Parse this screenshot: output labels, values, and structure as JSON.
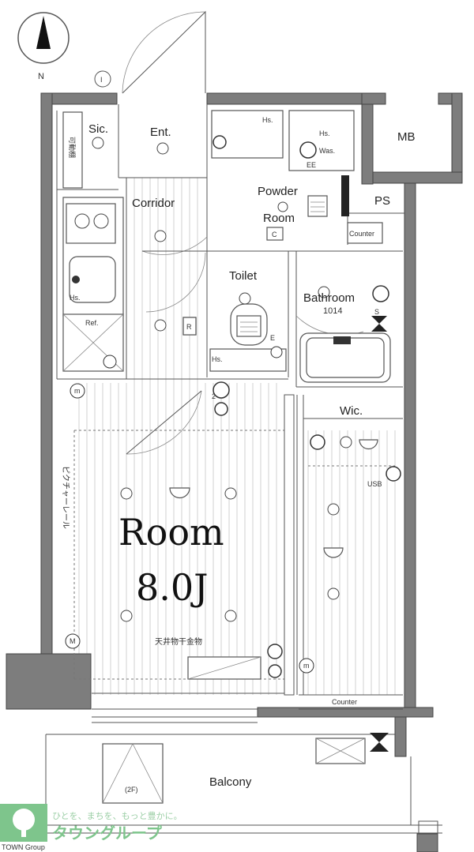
{
  "compass": {
    "north_label": "N"
  },
  "rooms": {
    "sic": "Sic.",
    "entrance": "Ent.",
    "mb": "MB",
    "ps": "PS",
    "corridor": "Corridor",
    "powder_room_line1": "Powder",
    "powder_room_line2": "Room",
    "toilet": "Toilet",
    "bathroom": "Bathroom",
    "bathroom_size": "1014",
    "wic": "Wic.",
    "main_room_line1": "Room",
    "main_room_line2": "8.0J",
    "balcony": "Balcony"
  },
  "fixtures": {
    "hs_labels": [
      "Hs.",
      "Hs.",
      "Hs.",
      "Hs."
    ],
    "washer": "Was.",
    "ee": "EE",
    "counter_powder": "Counter",
    "counter_room": "Counter",
    "refrigerator": "Ref.",
    "cupboard_jp": "可動棚",
    "picture_rail_jp": "ピクチャーレール",
    "ceiling_drying_jp": "天井物干金物",
    "usb": "USB",
    "floor_2f": "(2F)",
    "marker_i": "I",
    "marker_c": "C",
    "marker_r": "R",
    "marker_e": "E",
    "marker_s": "S",
    "marker_m_upper": "m",
    "marker_m_lower": "M",
    "marker_m_right": "m",
    "digit_2": "2"
  },
  "brand": {
    "name": "タウングループ",
    "tagline": "ひとを、まちを、もっと豊かに。",
    "sub": "TOWN Group",
    "color": "#7ec58c"
  }
}
